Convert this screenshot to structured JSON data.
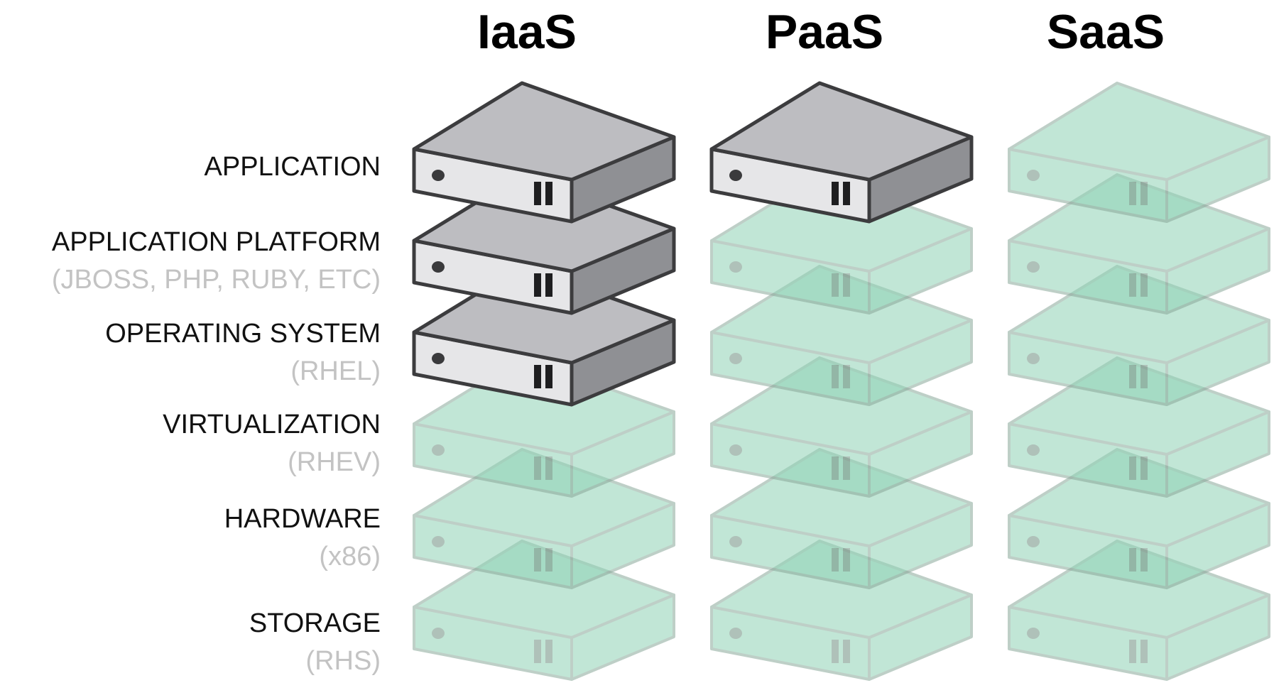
{
  "columns": [
    {
      "title": "IaaS",
      "managed_layers": 3
    },
    {
      "title": "PaaS",
      "managed_layers": 1
    },
    {
      "title": "SaaS",
      "managed_layers": 0
    }
  ],
  "layers": [
    {
      "label": "APPLICATION",
      "sub": ""
    },
    {
      "label": "APPLICATION PLATFORM",
      "sub": "(JBOSS, PHP, RUBY, ETC)"
    },
    {
      "label": "OPERATING SYSTEM",
      "sub": "(RHEL)"
    },
    {
      "label": "VIRTUALIZATION",
      "sub": "(RHEV)"
    },
    {
      "label": "HARDWARE",
      "sub": "(x86)"
    },
    {
      "label": "STORAGE",
      "sub": "(RHS)"
    }
  ],
  "colors": {
    "solid_top": "#bdbdc1",
    "solid_left": "#e6e6e8",
    "solid_right": "#8f9094",
    "solid_stroke": "#3c3c3e",
    "ghost_fill": "#8fd3b6",
    "ghost_stroke": "#8aa89a",
    "sub_label": "#c3c3c3"
  },
  "icons": {
    "server": "server-box-icon"
  }
}
